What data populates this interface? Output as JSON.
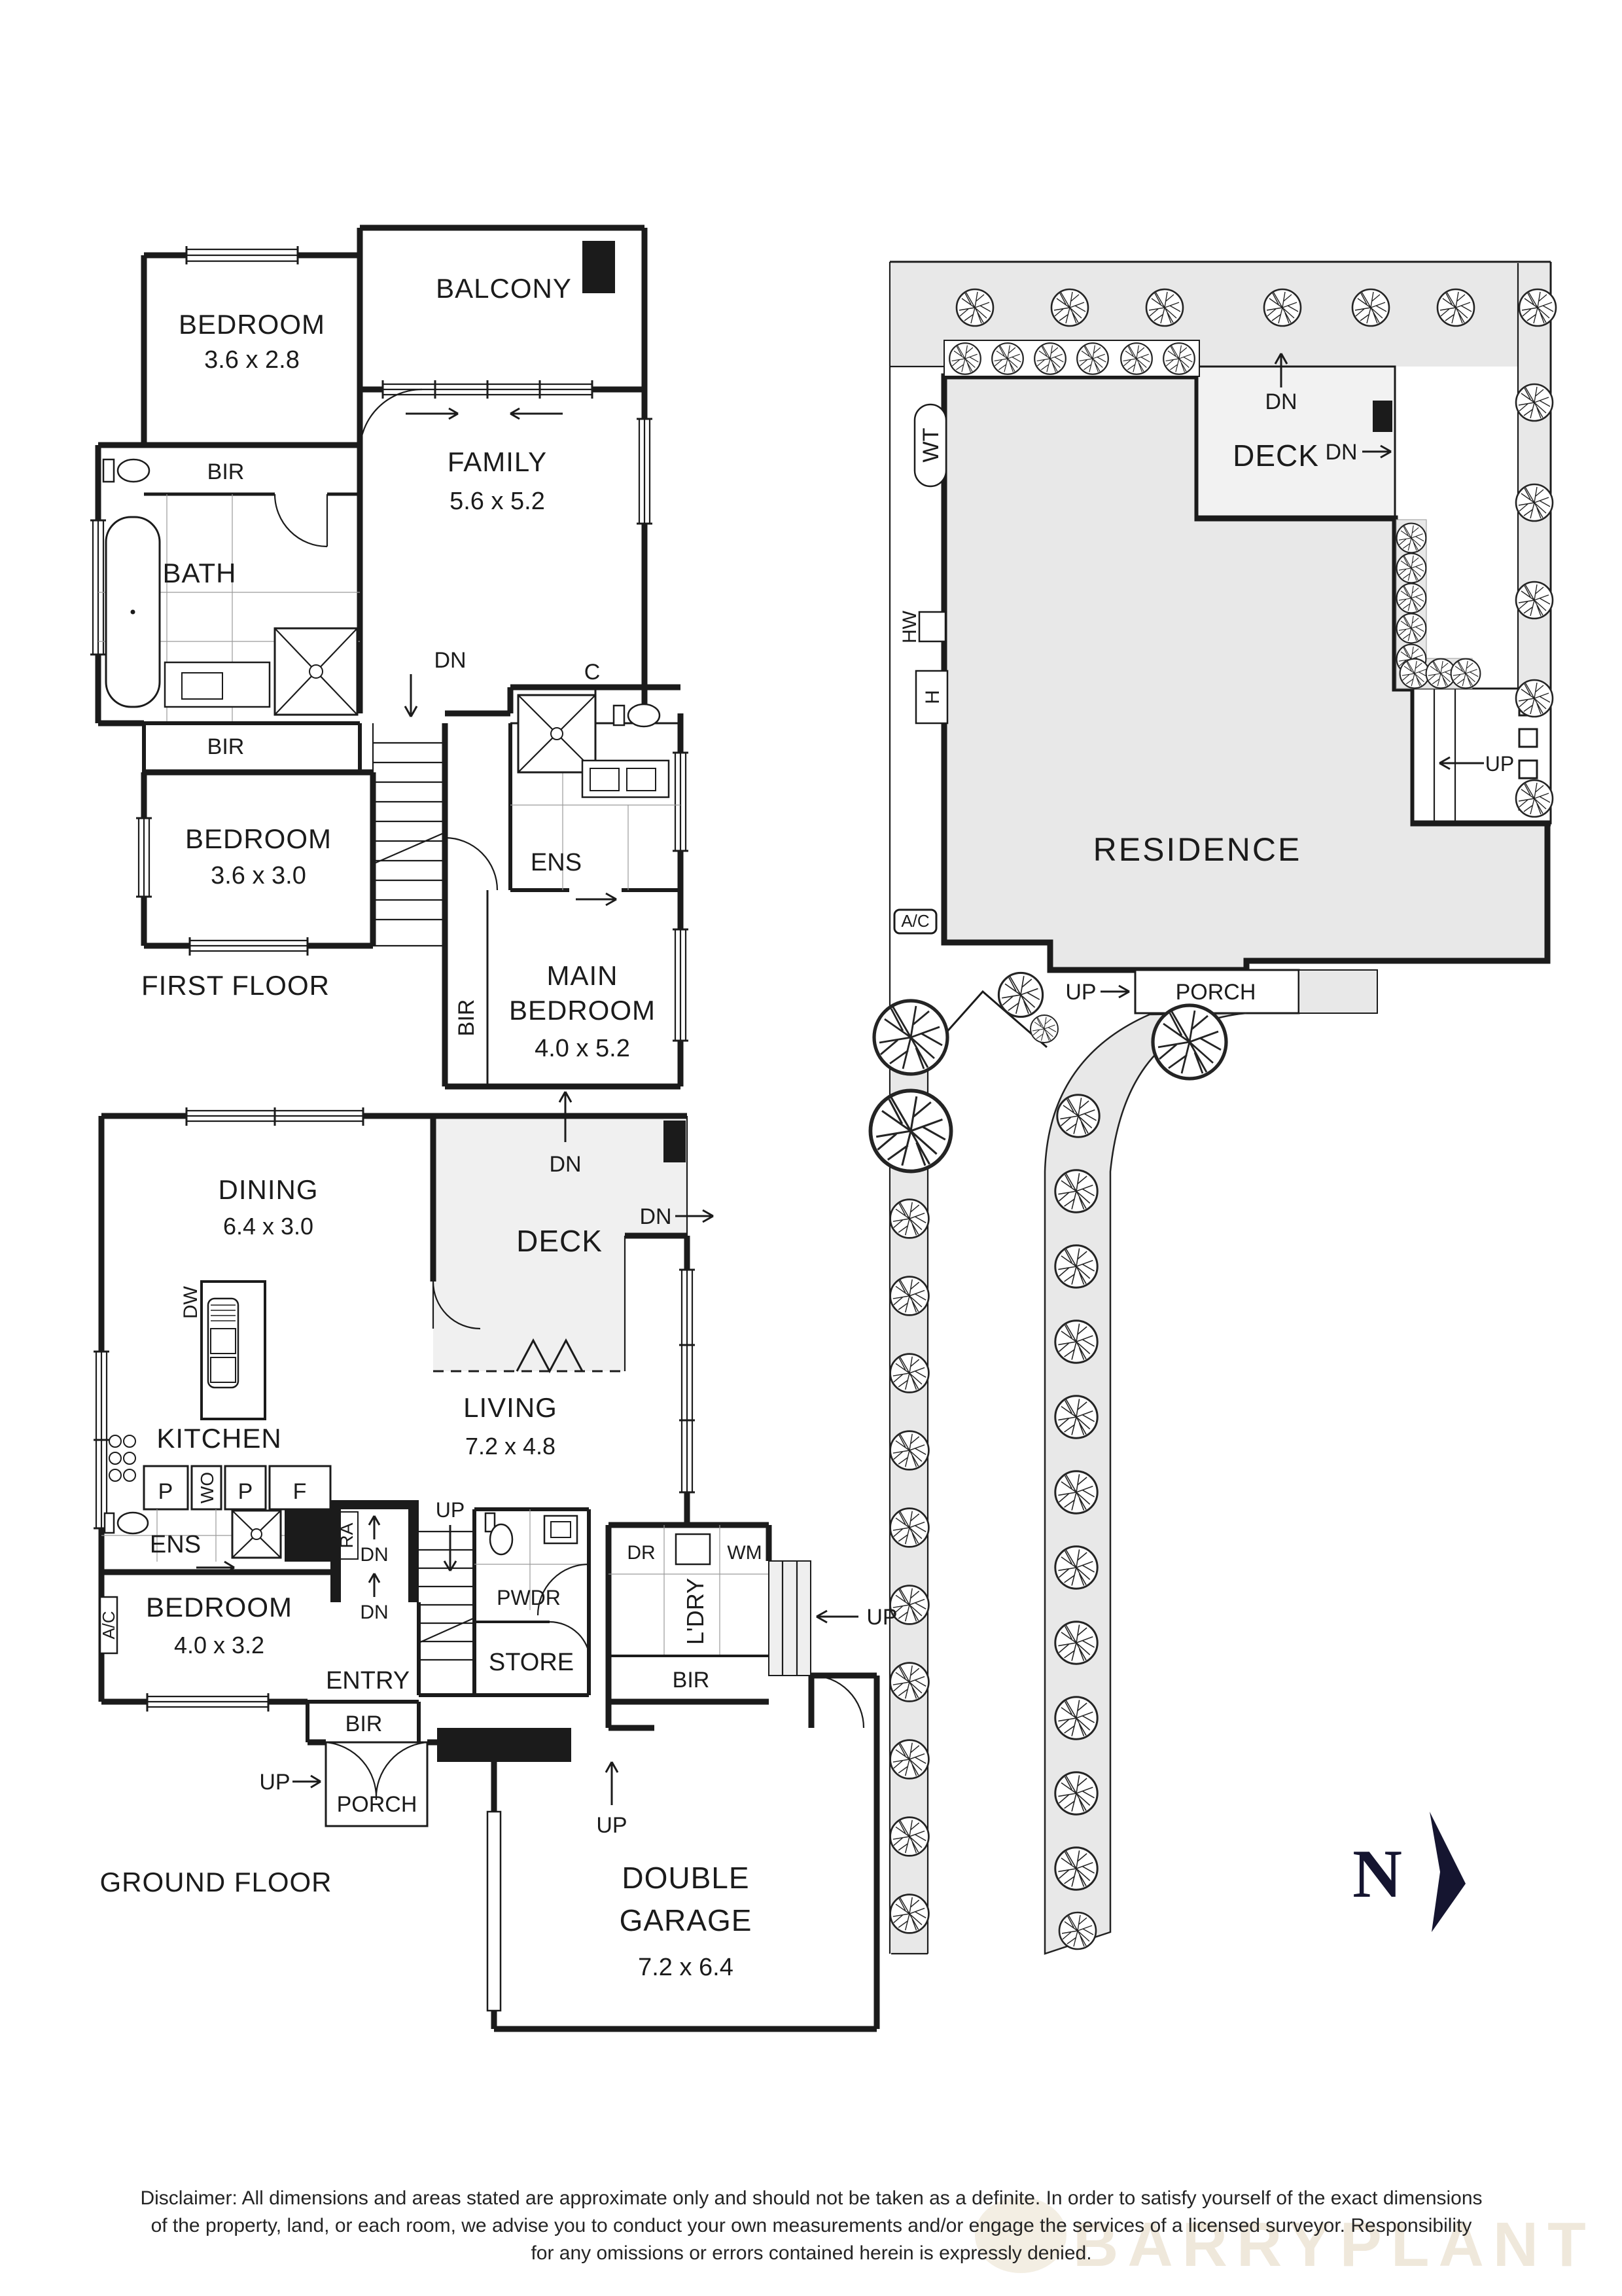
{
  "shared": {
    "bir": "BIR",
    "dn": "DN",
    "up": "UP",
    "ens": "ENS",
    "deck": "DECK",
    "ac": "A/C",
    "porch": "PORCH"
  },
  "first_floor": {
    "label": "FIRST FLOOR",
    "bedroom1_name": "BEDROOM",
    "bedroom1_dims": "3.6 x 2.8",
    "balcony": "BALCONY",
    "family_name": "FAMILY",
    "family_dims": "5.6 x 5.2",
    "bath": "BATH",
    "bedroom2_name": "BEDROOM",
    "bedroom2_dims": "3.6 x 3.0",
    "main_line1": "MAIN",
    "main_line2": "BEDROOM",
    "main_dims": "4.0 x 5.2",
    "cupboard": "C"
  },
  "ground_floor": {
    "label": "GROUND FLOOR",
    "dining_name": "DINING",
    "dining_dims": "6.4 x 3.0",
    "kitchen": "KITCHEN",
    "living_name": "LIVING",
    "living_dims": "7.2 x 4.8",
    "dw": "DW",
    "pantry": "P",
    "wall_oven": "WO",
    "pantry2": "P",
    "fridge": "F",
    "ra": "RA",
    "bedroom_name": "BEDROOM",
    "bedroom_dims": "4.0 x 3.2",
    "entry": "ENTRY",
    "store": "STORE",
    "powder": "PWDR",
    "dryer": "DR",
    "washer": "WM",
    "laundry": "L'DRY",
    "garage_line1": "DOUBLE",
    "garage_line2": "GARAGE",
    "garage_dims": "7.2 x 6.4"
  },
  "site": {
    "residence": "RESIDENCE",
    "wt": "WT",
    "hw": "HW",
    "h": "H"
  },
  "north": {
    "letter": "N"
  },
  "disclaimer": {
    "line1": "Disclaimer: All dimensions and areas stated are approximate only and should not be taken as a definite. In order to satisfy yourself of the exact dimensions",
    "line2": "of the property, land, or each room, we advise you to conduct your own measurements and/or engage the services of a licensed surveyor. Responsibility",
    "line3": "for any omissions or errors contained herein is expressly denied."
  },
  "watermark": {
    "text": "BARRYPLANT"
  }
}
